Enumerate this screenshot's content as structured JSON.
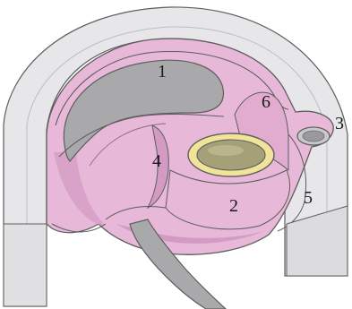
{
  "labels": {
    "l1": "1",
    "l2": "2",
    "l3": "3",
    "l4": "4",
    "l5": "5",
    "l6": "6"
  },
  "colors": {
    "grey_shell": "#e7e7e9",
    "pink_tissue": "#e7b8d7",
    "pink_dark": "#cf8fbc",
    "grey_cavity": "#a9a9ab",
    "ring_gold": "#f1e39a",
    "ring_inner": "#a6a078",
    "outline": "#5e5e5e"
  }
}
